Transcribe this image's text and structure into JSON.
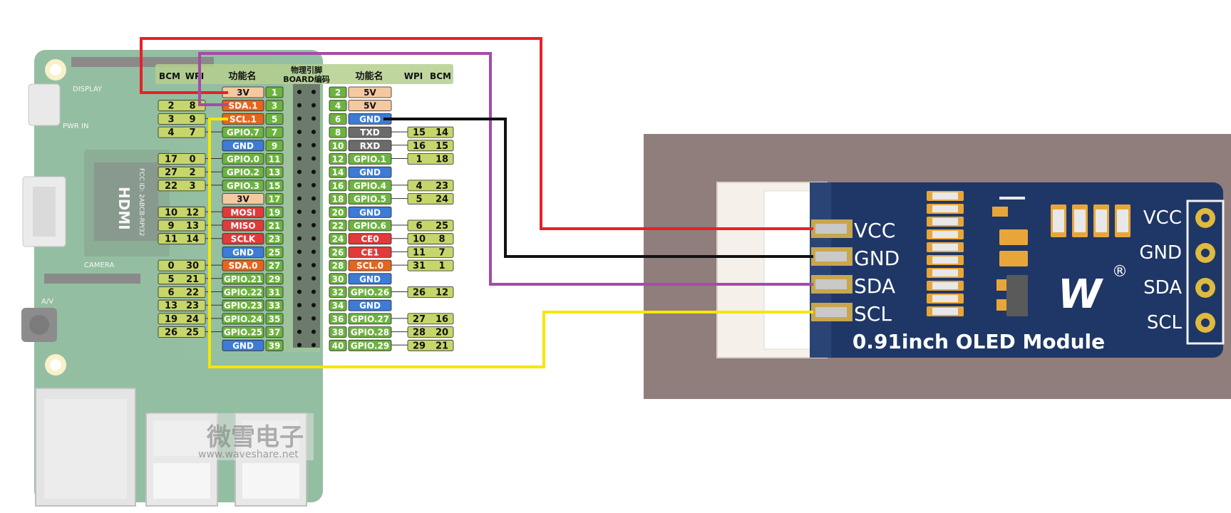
{
  "header_left": {
    "bcm": "BCM",
    "wpi": "WPI",
    "func": "功能名"
  },
  "header_mid": {
    "line1": "物理引脚",
    "line2": "BOARD编码"
  },
  "header_right": {
    "func": "功能名",
    "wpi": "WPI",
    "bcm": "BCM"
  },
  "colors": {
    "power": "#f5c9a0",
    "orange": "#e8641c",
    "red": "#e03a3a",
    "green": "#6db33f",
    "blue": "#3c7bd6",
    "gray": "#6b6b6b",
    "olive": "#c7d66a",
    "wire_vcc": "#e8202a",
    "wire_gnd": "#111111",
    "wire_sda": "#a64aa8",
    "wire_scl": "#f5e600"
  },
  "rows": [
    {
      "lb": "",
      "lw": "",
      "lf": "3V",
      "lt": "power",
      "ln": "1",
      "rn": "2",
      "rf": "5V",
      "rt": "power",
      "rw": "",
      "rb": ""
    },
    {
      "lb": "2",
      "lw": "8",
      "lf": "SDA.1",
      "lt": "orange",
      "ln": "3",
      "rn": "4",
      "rf": "5V",
      "rt": "power",
      "rw": "",
      "rb": ""
    },
    {
      "lb": "3",
      "lw": "9",
      "lf": "SCL.1",
      "lt": "orange",
      "ln": "5",
      "rn": "6",
      "rf": "GND",
      "rt": "blue",
      "rw": "",
      "rb": ""
    },
    {
      "lb": "4",
      "lw": "7",
      "lf": "GPIO.7",
      "lt": "green",
      "ln": "7",
      "rn": "8",
      "rf": "TXD",
      "rt": "gray",
      "rw": "15",
      "rb": "14"
    },
    {
      "lb": "",
      "lw": "",
      "lf": "GND",
      "lt": "blue",
      "ln": "9",
      "rn": "10",
      "rf": "RXD",
      "rt": "gray",
      "rw": "16",
      "rb": "15"
    },
    {
      "lb": "17",
      "lw": "0",
      "lf": "GPIO.0",
      "lt": "green",
      "ln": "11",
      "rn": "12",
      "rf": "GPIO.1",
      "rt": "green",
      "rw": "1",
      "rb": "18"
    },
    {
      "lb": "27",
      "lw": "2",
      "lf": "GPIO.2",
      "lt": "green",
      "ln": "13",
      "rn": "14",
      "rf": "GND",
      "rt": "blue",
      "rw": "",
      "rb": ""
    },
    {
      "lb": "22",
      "lw": "3",
      "lf": "GPIO.3",
      "lt": "green",
      "ln": "15",
      "rn": "16",
      "rf": "GPIO.4",
      "rt": "green",
      "rw": "4",
      "rb": "23"
    },
    {
      "lb": "",
      "lw": "",
      "lf": "3V",
      "lt": "power",
      "ln": "17",
      "rn": "18",
      "rf": "GPIO.5",
      "rt": "green",
      "rw": "5",
      "rb": "24"
    },
    {
      "lb": "10",
      "lw": "12",
      "lf": "MOSI",
      "lt": "red",
      "ln": "19",
      "rn": "20",
      "rf": "GND",
      "rt": "blue",
      "rw": "",
      "rb": ""
    },
    {
      "lb": "9",
      "lw": "13",
      "lf": "MISO",
      "lt": "red",
      "ln": "21",
      "rn": "22",
      "rf": "GPIO.6",
      "rt": "green",
      "rw": "6",
      "rb": "25"
    },
    {
      "lb": "11",
      "lw": "14",
      "lf": "SCLK",
      "lt": "red",
      "ln": "23",
      "rn": "24",
      "rf": "CE0",
      "rt": "red",
      "rw": "10",
      "rb": "8"
    },
    {
      "lb": "",
      "lw": "",
      "lf": "GND",
      "lt": "blue",
      "ln": "25",
      "rn": "26",
      "rf": "CE1",
      "rt": "red",
      "rw": "11",
      "rb": "7"
    },
    {
      "lb": "0",
      "lw": "30",
      "lf": "SDA.0",
      "lt": "orange",
      "ln": "27",
      "rn": "28",
      "rf": "SCL.0",
      "rt": "orange",
      "rw": "31",
      "rb": "1"
    },
    {
      "lb": "5",
      "lw": "21",
      "lf": "GPIO.21",
      "lt": "green",
      "ln": "29",
      "rn": "30",
      "rf": "GND",
      "rt": "blue",
      "rw": "",
      "rb": ""
    },
    {
      "lb": "6",
      "lw": "22",
      "lf": "GPIO.22",
      "lt": "green",
      "ln": "31",
      "rn": "32",
      "rf": "GPIO.26",
      "rt": "green",
      "rw": "26",
      "rb": "12"
    },
    {
      "lb": "13",
      "lw": "23",
      "lf": "GPIO.23",
      "lt": "green",
      "ln": "33",
      "rn": "34",
      "rf": "GND",
      "rt": "blue",
      "rw": "",
      "rb": ""
    },
    {
      "lb": "19",
      "lw": "24",
      "lf": "GPIO.24",
      "lt": "green",
      "ln": "35",
      "rn": "36",
      "rf": "GPIO.27",
      "rt": "green",
      "rw": "27",
      "rb": "16"
    },
    {
      "lb": "26",
      "lw": "25",
      "lf": "GPIO.25",
      "lt": "green",
      "ln": "37",
      "rn": "38",
      "rf": "GPIO.28",
      "rt": "green",
      "rw": "28",
      "rb": "20"
    },
    {
      "lb": "",
      "lw": "",
      "lf": "GND",
      "lt": "blue",
      "ln": "39",
      "rn": "40",
      "rf": "GPIO.29",
      "rt": "green",
      "rw": "29",
      "rb": "21"
    }
  ],
  "oled": {
    "connector_labels": [
      "VCC",
      "GND",
      "SDA",
      "SCL"
    ],
    "side_labels": [
      "VCC",
      "GND",
      "SDA",
      "SCL"
    ],
    "title": "0.91inch OLED Module",
    "reg": "®"
  },
  "watermark": {
    "brand": "微雪电子",
    "url": "www.waveshare.net"
  },
  "board_silk": {
    "hdmi": "HDMI",
    "camera": "CAMERA",
    "display": "DISPLAY",
    "pwr": "PWR IN",
    "av": "A/V",
    "fcc": "FCC ID: 2ABCB-RPI32"
  }
}
